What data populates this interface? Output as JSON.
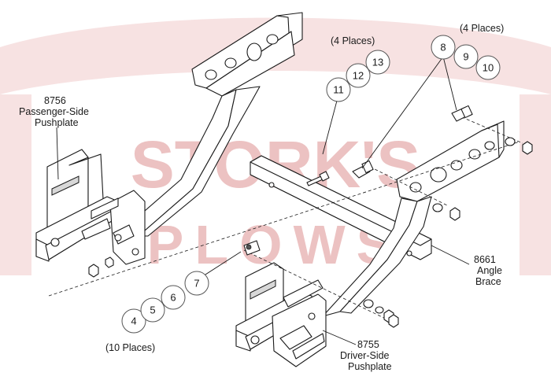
{
  "watermark": {
    "line1": "STORK'S",
    "line2": "PLOWS",
    "color": "#e8b4b4",
    "mark_color": "#f0d0d0"
  },
  "labels": {
    "passenger": {
      "num": "8756",
      "line1": "Passenger-Side",
      "line2": "Pushplate"
    },
    "brace": {
      "num": "8661",
      "line1": "Angle",
      "line2": "Brace"
    },
    "driver": {
      "num": "8755",
      "line1": "Driver-Side",
      "line2": "Pushplate"
    }
  },
  "groups": {
    "top_middle": {
      "places": "(4 Places)",
      "callouts": [
        "11",
        "12",
        "13"
      ]
    },
    "top_right": {
      "places": "(4 Places)",
      "callouts": [
        "8",
        "9",
        "10"
      ]
    },
    "bottom_left": {
      "places": "(10 Places)",
      "callouts": [
        "4",
        "5",
        "6",
        "7"
      ]
    }
  }
}
